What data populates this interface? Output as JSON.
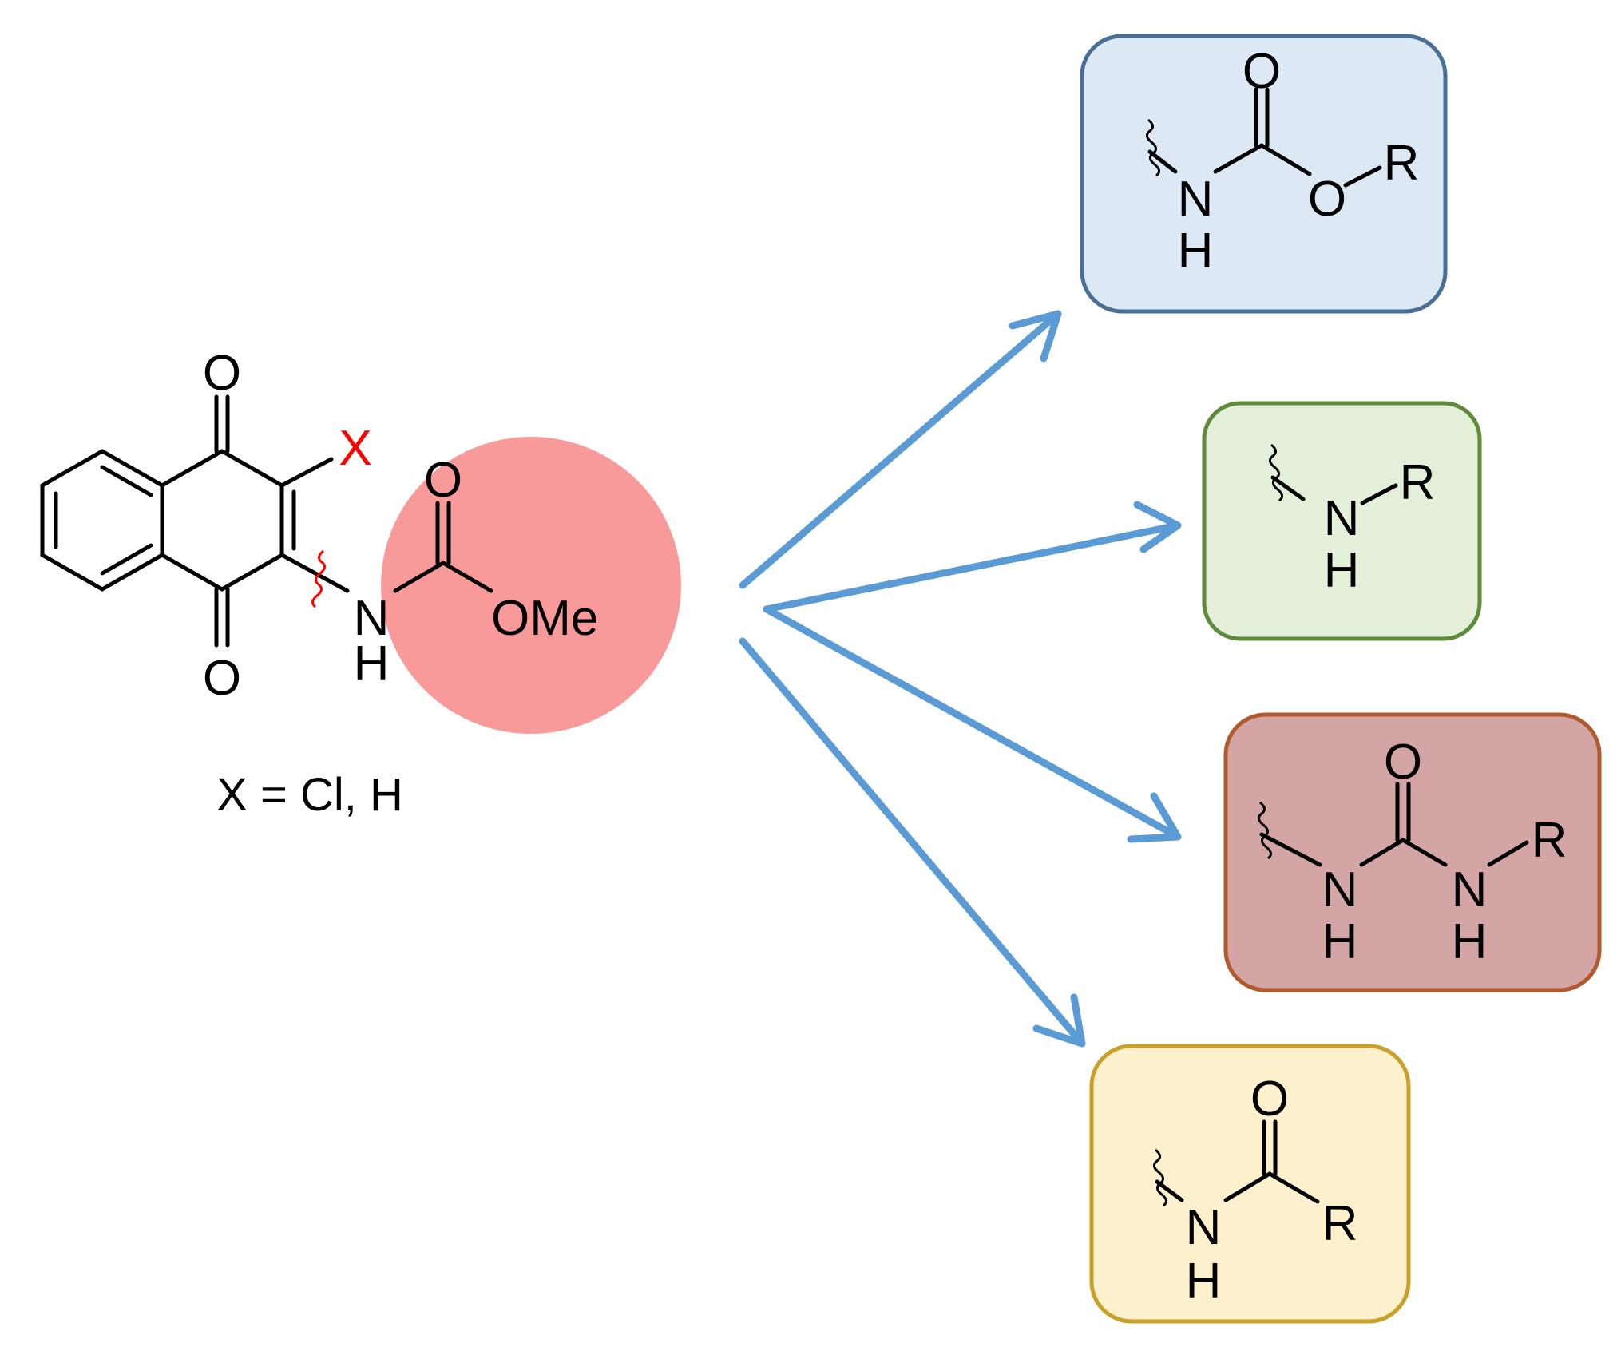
{
  "starting_material": {
    "oxygen_top": "O",
    "oxygen_bottom": "O",
    "substituent_x": "X",
    "carbonyl_oxygen": "O",
    "n_atom": "N",
    "n_hydrogen": "H",
    "ester_group": "OMe",
    "caption": "X = Cl, H",
    "highlight_color": "#f89a9a",
    "x_color": "#ff0000"
  },
  "arrow_color": "#5b9bd5",
  "products": [
    {
      "name": "carbamate",
      "fill": "#dce8f4",
      "border": "#4a6f96",
      "atoms": {
        "carbonyl_o": "O",
        "n": "N",
        "h": "H",
        "ester_o": "O",
        "r": "R"
      }
    },
    {
      "name": "amine",
      "fill": "#e3efd9",
      "border": "#5e8a3a",
      "atoms": {
        "n": "N",
        "h": "H",
        "r": "R"
      }
    },
    {
      "name": "urea",
      "fill": "#d4a5a5",
      "border": "#b05a2e",
      "atoms": {
        "carbonyl_o": "O",
        "n1": "N",
        "h1": "H",
        "n2": "N",
        "h2": "H",
        "r": "R"
      }
    },
    {
      "name": "amide",
      "fill": "#fdf0cc",
      "border": "#c8a02a",
      "atoms": {
        "carbonyl_o": "O",
        "n": "N",
        "h": "H",
        "r": "R"
      }
    }
  ]
}
